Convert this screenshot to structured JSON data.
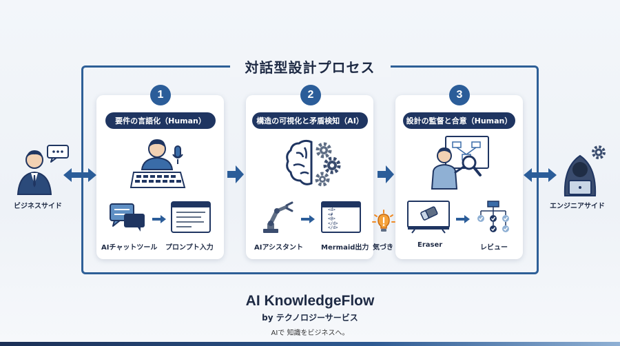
{
  "process": {
    "title": "対話型設計プロセス",
    "left_actor": "ビジネスサイド",
    "right_actor": "エンジニアサイド",
    "steps": [
      {
        "number": "1",
        "title": "要件の言語化（Human）",
        "tools": [
          "AIチャットツール",
          "プロンプト入力"
        ]
      },
      {
        "number": "2",
        "title": "構造の可視化と矛盾検知（AI）",
        "tools": [
          "AIアシスタント",
          "Mermaid出力"
        ]
      },
      {
        "number": "3",
        "title": "設計の監督と合意（Human）",
        "tools": [
          "Eraser",
          "レビュー"
        ]
      }
    ],
    "insight_label": "気づき",
    "code_lines": [
      "<d>",
      "<#",
      "<@>",
      "</d>",
      "</d>"
    ]
  },
  "footer": {
    "brand": "AI KnowledgeFlow",
    "by_line": "by テクノロジーサービス",
    "tagline": "AIで 知識をビジネスへ。"
  },
  "colors": {
    "primary": "#2b5d99",
    "navy": "#1f3561",
    "accent_orange": "#f08a24",
    "icon_gray": "#5f6e85",
    "icon_blue": "#3a6ca8"
  }
}
